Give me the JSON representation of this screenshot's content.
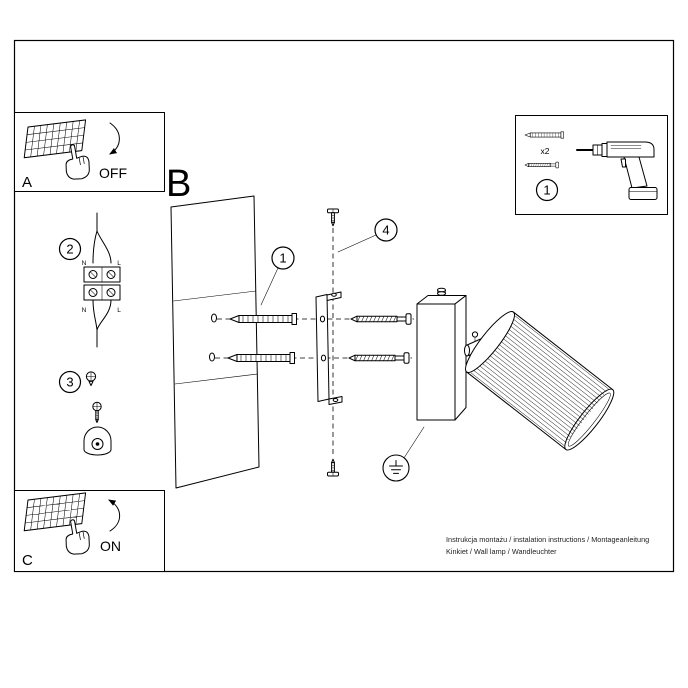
{
  "sheet": {
    "background": "#ffffff",
    "ink": "#000000"
  },
  "panel_a": {
    "label": "A",
    "state": "OFF"
  },
  "panel_c": {
    "label": "C",
    "state": "ON"
  },
  "section": {
    "label": "B"
  },
  "tools_box": {
    "step_number": "1",
    "anchor_quantity": "x2"
  },
  "step_numbers": {
    "anchors": "1",
    "wiring": "2",
    "cord_grip": "3",
    "fixing_screws": "4"
  },
  "wiring_labels": {
    "top_n": "N",
    "top_l": "L",
    "bottom_n": "N",
    "bottom_l": "L"
  },
  "icons": [
    "wall-switch-keypad-icon",
    "pressing-hand-icon",
    "flip-arrow-icon",
    "wall-anchor-icon",
    "screw-icon",
    "power-drill-icon",
    "terminal-block-icon",
    "cord-grip-icon",
    "ground-symbol-icon"
  ],
  "footer": {
    "line1": "Instrukcja montażu / instalation instructions / Montageanleitung",
    "line2": "Kinkiet / Wall lamp / Wandleuchter"
  }
}
